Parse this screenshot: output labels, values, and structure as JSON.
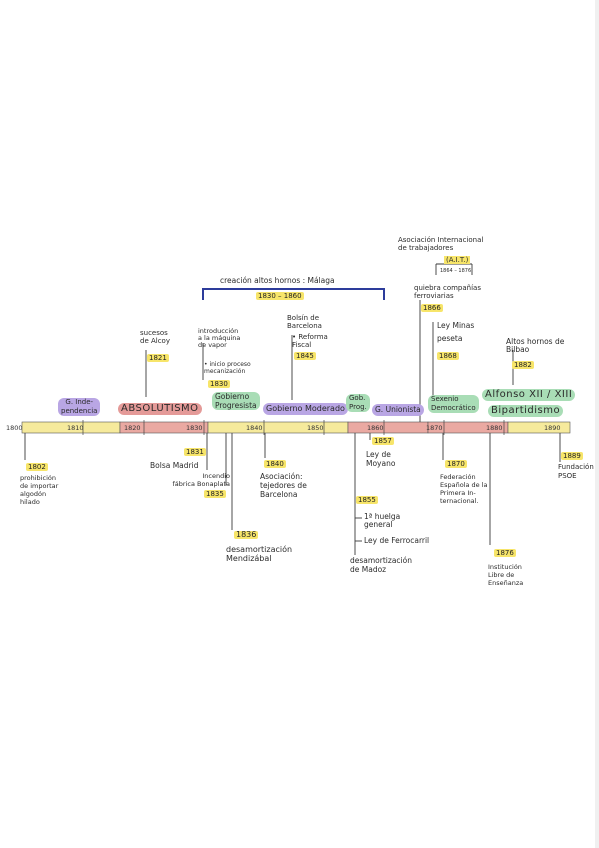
{
  "colors": {
    "timeline_yellow": "#f6ea9c",
    "timeline_pink": "#eaa9a2",
    "year_highlight": "#f7e56a",
    "purple": "#b9a6e4",
    "pink": "#e49a98",
    "green": "#a9ddb6",
    "bracket_blue": "#2d3c9b"
  },
  "ticks": [
    "1800",
    "1810",
    "1820",
    "1830",
    "1840",
    "1850",
    "1860",
    "1870",
    "1880",
    "1890"
  ],
  "periods": {
    "independencia": "G. Inde-\npendencia",
    "absolutismo": "ABSOLUTISMO",
    "progresista": "Gobierno\nProgresista",
    "moderado": "Gobierno Moderado",
    "gob_prog": "Gob.\nProg.",
    "unionista": "G. Unionista",
    "sexenio": "Sexenio\nDemocrático",
    "alfonso": "Alfonso XII / XIII",
    "bipartidismo": "Bipartidismo"
  },
  "bracket": {
    "label": "creación altos hornos : Málaga",
    "years": "1830 – 1860"
  },
  "ait": {
    "title": "Asociación Internacional\nde trabajadores",
    "abbr": "(A.I.T.)",
    "years": "1864 – 1876"
  },
  "above": {
    "sucesos": {
      "text": "sucesos\nde Alcoy",
      "year": "1821"
    },
    "maquina": {
      "text": "introducción\na la máquina\nde vapor",
      "note": "• inicio proceso\nmecanización",
      "year": "1830"
    },
    "bolsin": {
      "text": "Bolsín de\nBarcelona",
      "note": "• Reforma\nFiscal",
      "year": "1845"
    },
    "quiebra": {
      "text": "quiebra compañías\nferroviarias",
      "year": "1866"
    },
    "minas": {
      "text": "Ley Minas",
      "note": "peseta",
      "year": "1868"
    },
    "bilbao": {
      "text": "Altos hornos de\nBilbao",
      "year": "1882"
    }
  },
  "below": {
    "prohibicion": {
      "year": "1802",
      "text": "prohibición\nde importar\nalgodón\nhilado"
    },
    "bolsa": {
      "year": "1831",
      "text": "Bolsa Madrid"
    },
    "incendio": {
      "text": "Incendio\nfábrica Bonaplata",
      "year": "1835"
    },
    "desamort1": {
      "year": "1836",
      "text": "desamortización\nMendizábal"
    },
    "asociacion": {
      "year": "1840",
      "text": "Asociación:\ntejedores de\nBarcelona"
    },
    "moyano": {
      "year": "1857",
      "text": "Ley de\nMoyano"
    },
    "huelga_year": "1855",
    "huelga": "1ª huelga\ngeneral",
    "ferrocarril": "Ley de Ferrocarril",
    "madoz": "desamortización\nde Madoz",
    "federacion": {
      "year": "1870",
      "text": "Federación\nEspañola de la\nPrimera In-\nternacional."
    },
    "institucion": {
      "year": "1876",
      "text": "Institución\nLibre de\nEnseñanza"
    },
    "psoe": {
      "year": "1889",
      "text": "Fundación\nPSOE"
    }
  }
}
